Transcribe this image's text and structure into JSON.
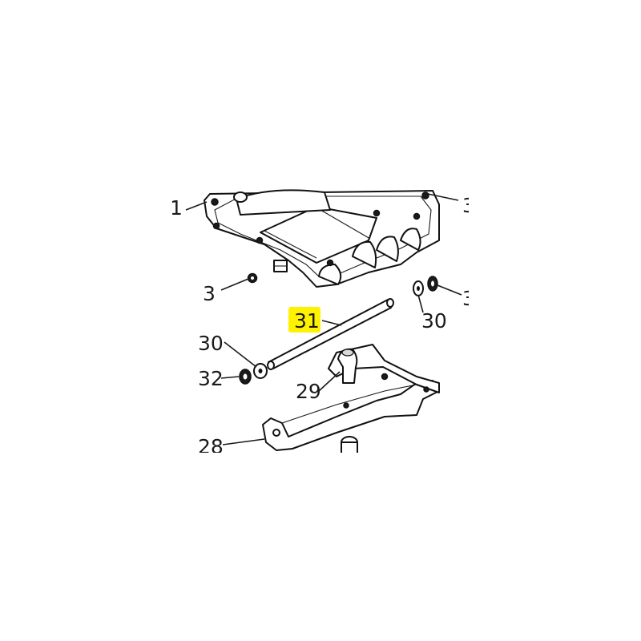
{
  "highlight_color": "#fff200",
  "callouts": {
    "c1": "1",
    "c3_right": "3",
    "c3_left": "3",
    "c30_right": "30",
    "c32_right": "3",
    "c31": "31",
    "c30_left": "30",
    "c32_left": "32",
    "c29": "29",
    "c28": "28"
  }
}
